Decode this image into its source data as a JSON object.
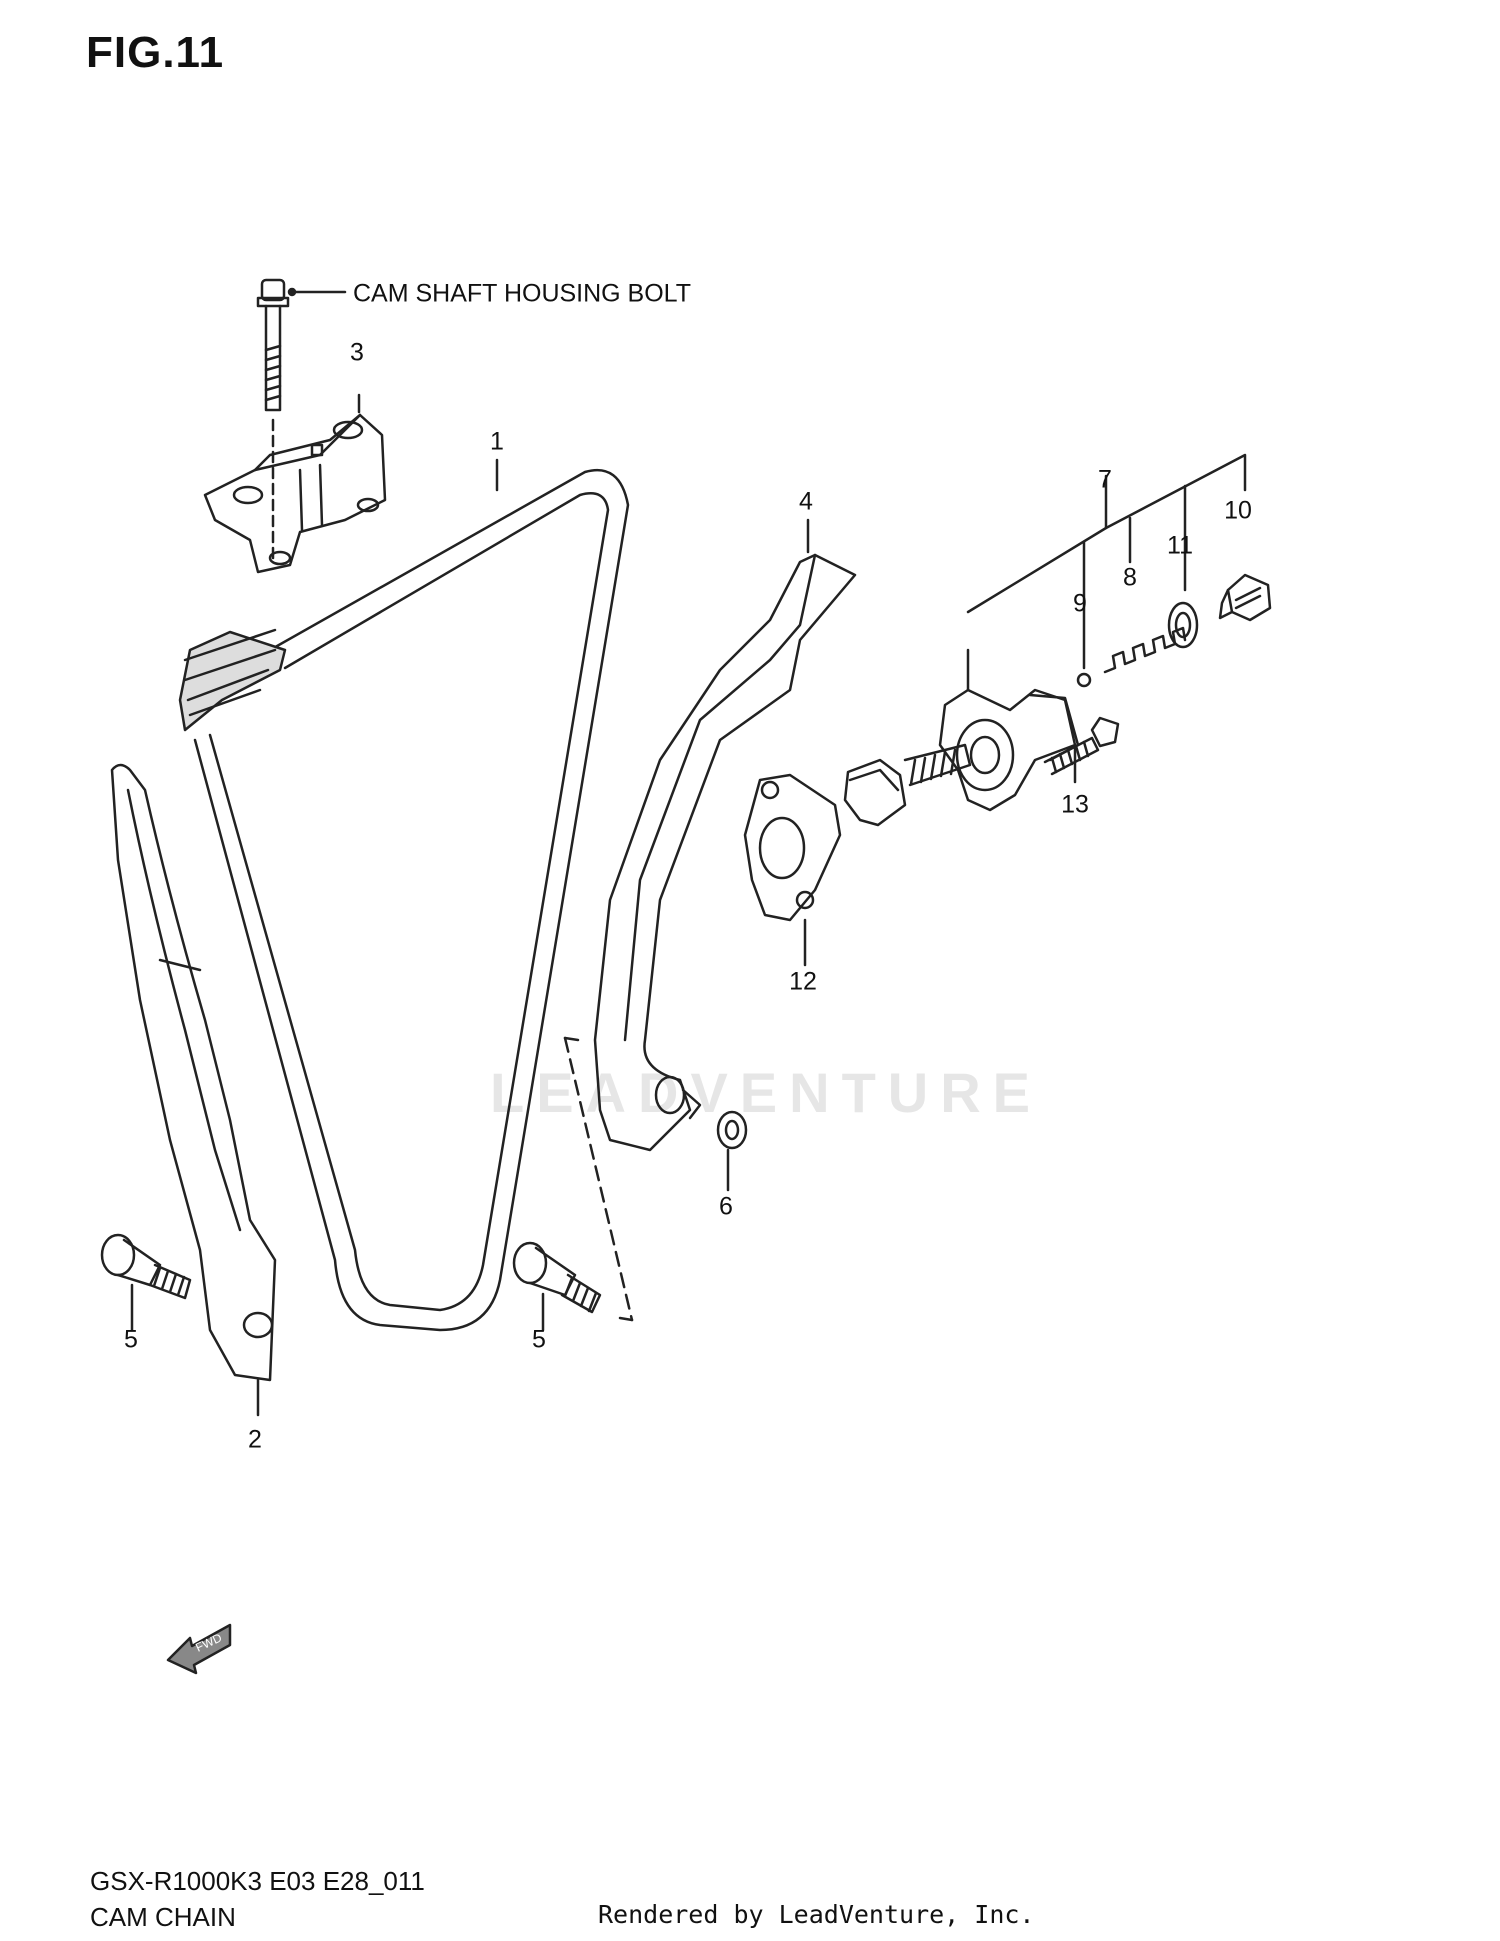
{
  "figure": {
    "title": "FIG.11",
    "model_code": "GSX-R1000K3 E03 E28_011",
    "caption": "CAM CHAIN",
    "credit": "Rendered by LeadVenture, Inc.",
    "watermark": "LEADVENTURE"
  },
  "callouts": {
    "bolt_label": "CAM SHAFT HOUSING BOLT",
    "p1": "1",
    "p2": "2",
    "p3": "3",
    "p4": "4",
    "p5a": "5",
    "p5b": "5",
    "p6": "6",
    "p7": "7",
    "p8": "8",
    "p9": "9",
    "p10": "10",
    "p11": "11",
    "p12": "12",
    "p13": "13"
  },
  "icons": {
    "fwd_arrow": "FWD"
  },
  "colors": {
    "line": "#222222",
    "watermark": "#e6e6e6"
  }
}
